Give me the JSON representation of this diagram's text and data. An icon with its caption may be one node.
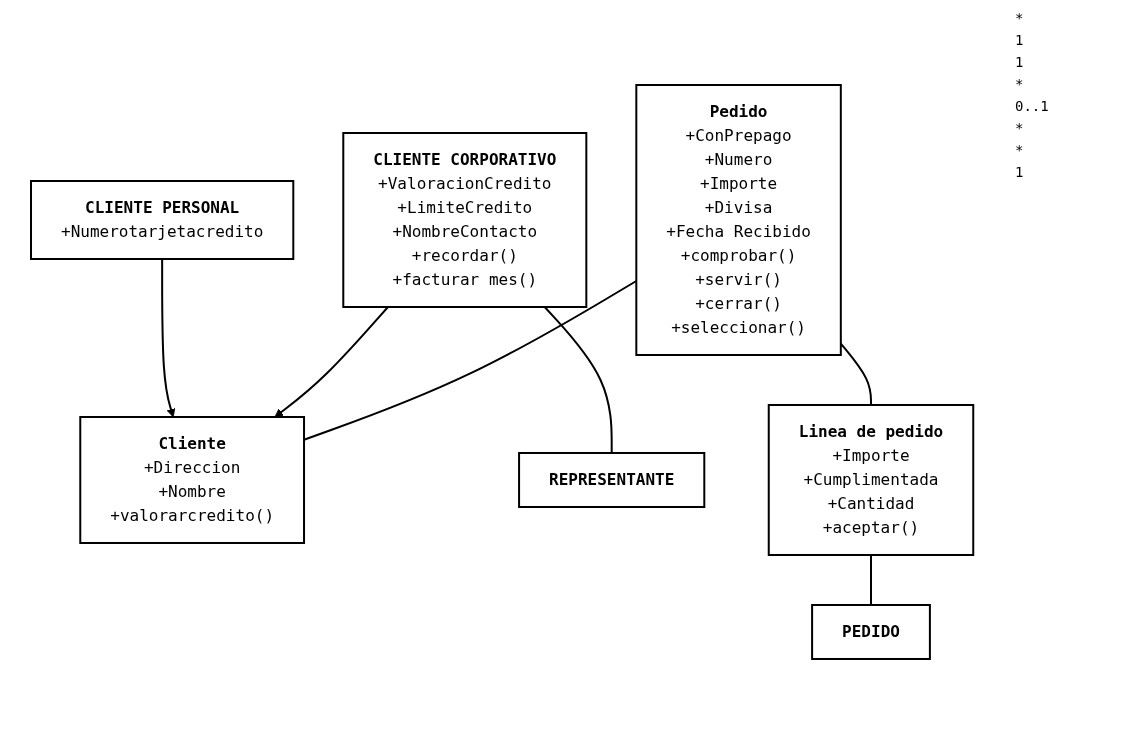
{
  "diagram": {
    "nodes": [
      {
        "text": [
          "Pedido",
          "+ConPrepago",
          "+Numero",
          "+Importe",
          "+Divisa",
          "+Fecha Recibido",
          "+comprobar()",
          "+servir()",
          "+cerrar()",
          "+seleccionar()"
        ]
      },
      {
        "text": [
          "Cliente",
          "+Direccion",
          "+Nombre",
          "+valorarcredito()"
        ]
      },
      {
        "text": [
          "CLIENTE CORPORATIVO",
          "+ValoracionCredito",
          "+LimiteCredito",
          "+NombreContacto",
          "+recordar()",
          "+facturar mes()"
        ]
      },
      {
        "text": [
          "CLIENTE PERSONAL",
          "+Numerotarjetacredito"
        ]
      },
      {
        "text": [
          "REPRESENTANTE"
        ]
      },
      {
        "text": [
          "Linea de pedido",
          "+Importe",
          "+Cumplimentada",
          "+Cantidad",
          "+aceptar()"
        ]
      },
      {
        "text": [
          "PEDIDO"
        ]
      }
    ],
    "edges": [
      {
        "from": 0,
        "to": 1,
        "arrow": "none"
      },
      {
        "from": 2,
        "to": 1,
        "arrow": "to"
      },
      {
        "from": 3,
        "to": 1,
        "arrow": "to"
      },
      {
        "from": 0,
        "to": 5,
        "arrow": "none"
      },
      {
        "from": 2,
        "to": 4,
        "arrow": "none"
      },
      {
        "from": 5,
        "to": 6,
        "arrow": "none"
      }
    ],
    "labels": [
      "*",
      "1",
      "1",
      "*",
      "0..1",
      "*",
      "*",
      "1"
    ]
  }
}
